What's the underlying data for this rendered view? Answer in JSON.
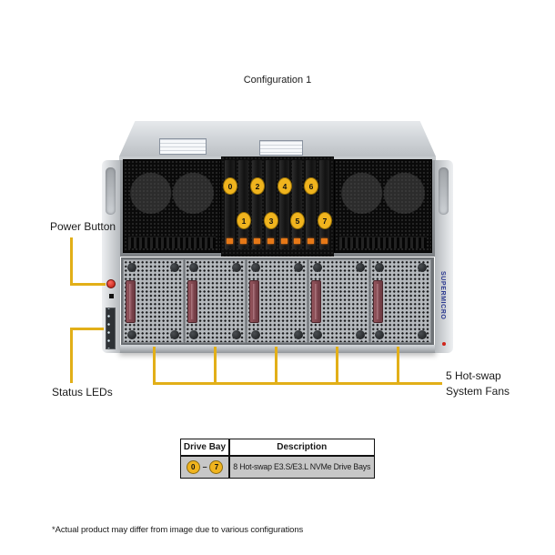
{
  "title": "Configuration 1",
  "labels": {
    "power_button": "Power Button",
    "status_leds": "Status LEDs",
    "system_fans": [
      "5 Hot-swap",
      "System Fans"
    ]
  },
  "server": {
    "brand": "SUPERMICRO",
    "bay_labels": [
      "0",
      "1",
      "2",
      "3",
      "4",
      "5",
      "6",
      "7"
    ],
    "fan_module_count": 5
  },
  "table": {
    "col_drive_bay": "Drive Bay",
    "col_description": "Description",
    "bay_range": {
      "start": "0",
      "dash": "–",
      "end": "7"
    },
    "description": "8 Hot-swap E3.S/E3.L NVMe Drive Bays"
  },
  "footnote": "*Actual product may differ from image due to various configurations",
  "colors": {
    "callout_yellow": "#E2AF18",
    "bay_badge_yellow": "#F0B41E",
    "led_orange": "#E67817",
    "handle_maroon": "#7C424C",
    "brand_blue": "#2B3990",
    "power_red": "#CE2A21",
    "table_row_bg": "#C7C7C7"
  }
}
